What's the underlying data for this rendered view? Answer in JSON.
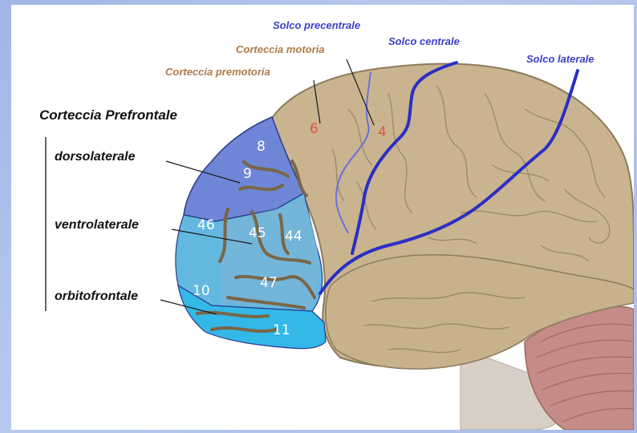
{
  "labels": {
    "prefrontal_title": "Corteccia Prefrontale",
    "dorsolateral": "dorsolaterale",
    "ventrolateral": "ventrolaterale",
    "orbitofrontal": "orbitofrontale",
    "premotor": "Corteccia premotoria",
    "motor": "Corteccia motoria",
    "precentral_sulcus": "Solco precentrale",
    "central_sulcus": "Solco centrale",
    "lateral_sulcus": "Solco laterale"
  },
  "areas": {
    "a8": "8",
    "a9": "9",
    "a46": "46",
    "a45": "45",
    "a44": "44",
    "a47": "47",
    "a10": "10",
    "a11": "11",
    "a6": "6",
    "a4": "4"
  },
  "colors": {
    "cortex": "#c9b48f",
    "sulcus_line": "#2b2fc4",
    "brown_label": "#b07a4a",
    "blue_label": "#3b3fc8",
    "dorsolateral_region": "#6f86d6",
    "ventrolateral_region": "#63b8e0",
    "orbitofrontal_region": "#33b8e8",
    "cerebellum": "#c58b86"
  }
}
